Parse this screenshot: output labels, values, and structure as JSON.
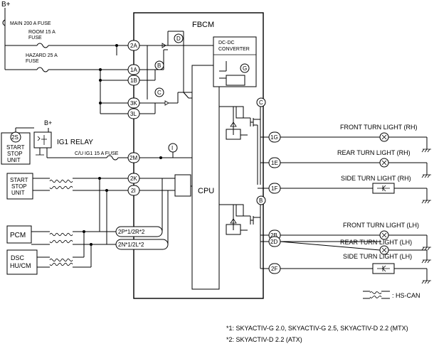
{
  "power": {
    "bplus_top": "B+",
    "bplus_relay": "B+"
  },
  "fuses": {
    "main": "MAIN 200 A FUSE",
    "room": [
      "ROOM 15 A",
      "FUSE"
    ],
    "hazard": [
      "HAZARD 25 A",
      "FUSE"
    ],
    "cu_ig1": "C/U IG1 15 A FUSE"
  },
  "module": {
    "title": "FBCM",
    "cpu": "CPU",
    "dcdc": [
      "DC-DC",
      "CONVERTER"
    ]
  },
  "circle_labels": {
    "d": "D",
    "b_upper": "B",
    "c_upper": "C",
    "g": "G",
    "i": "I",
    "c_right": "C",
    "b_right": "B"
  },
  "pins": {
    "p2a": "2A",
    "p1a": "1A",
    "p1b": "1B",
    "p3k": "3K",
    "p3l": "3L",
    "p2m": "2M",
    "p2k": "2K",
    "p2i": "2I",
    "p2p": "2P*1/2R*2",
    "p2n": "2N*1/2L*2",
    "p1g": "1G",
    "p1e": "1E",
    "p1f": "1F",
    "p2b": "2B",
    "p2d": "2D",
    "p2f": "2F"
  },
  "external": {
    "start_stop_top": [
      "2S",
      "START",
      "STOP",
      "UNIT"
    ],
    "ig1_relay": "IG1 RELAY",
    "start_stop_bottom": [
      "START",
      "STOP",
      "UNIT"
    ],
    "pcm": "PCM",
    "dsc": [
      "DSC",
      "HU/CM"
    ]
  },
  "loads": {
    "front_rh": "FRONT TURN LIGHT (RH)",
    "rear_rh": "REAR TURN LIGHT (RH)",
    "side_rh": "SIDE TURN LIGHT (RH)",
    "front_lh": "FRONT TURN LIGHT (LH)",
    "rear_lh": "REAR TURN LIGHT (LH)",
    "side_lh": "SIDE TURN LIGHT (LH)"
  },
  "legend": {
    "hscan": ": HS-CAN"
  },
  "footnotes": {
    "n1": "*1: SKYACTIV-G 2.0, SKYACTIV-G 2.5, SKYACTIV-D 2.2 (MTX)",
    "n2": "*2: SKYACTIV-D 2.2 (ATX)"
  }
}
